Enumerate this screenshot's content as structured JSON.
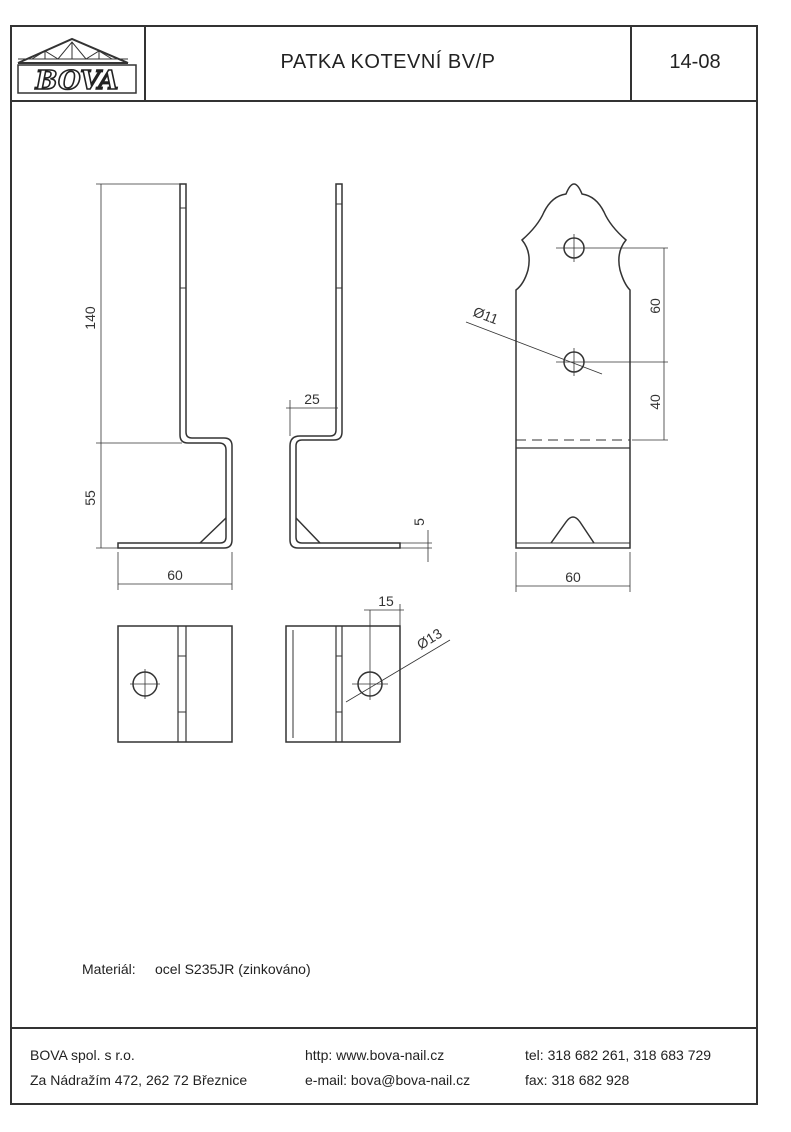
{
  "header": {
    "logo_text": "BOVA",
    "title": "PATKA KOTEVNÍ BV/P",
    "sheet_number": "14-08"
  },
  "drawing": {
    "dims": {
      "height_upper": "140",
      "height_lower": "55",
      "width_side": "60",
      "offset": "25",
      "thickness": "5",
      "hole_spacing": "60",
      "hole_to_bend": "40",
      "hole_dia_small": "Ø11",
      "width_front": "60",
      "hole_offset": "15",
      "hole_dia_large": "Ø13"
    }
  },
  "material": {
    "label": "Materiál:",
    "value": "ocel S235JR (zinkováno)"
  },
  "footer": {
    "company": "BOVA spol. s r.o.",
    "address": "Za Nádražím 472, 262 72 Březnice",
    "web": "http:  www.bova-nail.cz",
    "email": "e-mail: bova@bova-nail.cz",
    "tel": "tel: 318 682 261, 318 683 729",
    "fax": "fax: 318 682 928"
  }
}
